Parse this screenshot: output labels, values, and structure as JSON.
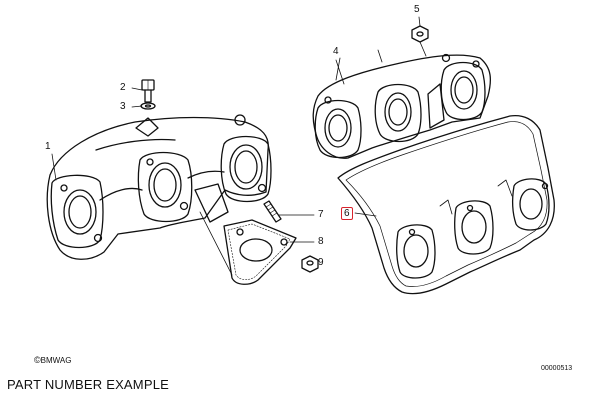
{
  "callouts": [
    "1",
    "2",
    "3",
    "4",
    "5",
    "6",
    "7",
    "8",
    "9"
  ],
  "highlighted_callout": "6",
  "highlight_color": "#d9232d",
  "copyright_symbol": "©",
  "copyright": "BMWAG",
  "document_number": "00000513",
  "caption": "PART NUMBER EXAMPLE"
}
